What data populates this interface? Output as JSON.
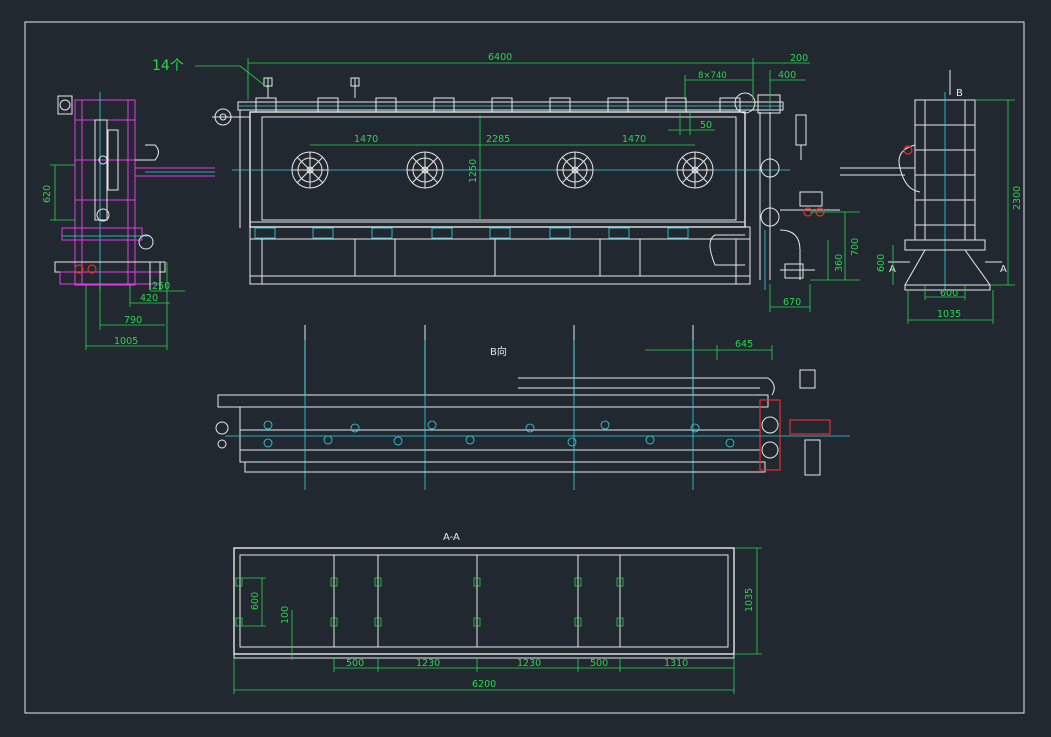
{
  "labels": {
    "count_note": "14个",
    "view_b": "B向",
    "section_aa": "A-A",
    "marker_b": "B",
    "marker_a": "A"
  },
  "dims": {
    "top_length": "6400",
    "top_200": "200",
    "top_400": "400",
    "pitch": "8×740",
    "gap_50": "50",
    "h_1470_left": "1470",
    "h_2285": "2285",
    "h_1470_right": "1470",
    "v_1250": "1250",
    "v_700": "700",
    "v_360": "360",
    "h_670": "670",
    "left_620": "620",
    "left_250": "250",
    "left_420": "420",
    "left_790": "790",
    "left_1005": "1005",
    "right_2300": "2300",
    "right_600v": "600",
    "right_600h": "600",
    "right_1035": "1035",
    "b_645": "645",
    "aa_600": "600",
    "aa_100": "100",
    "aa_1035": "1035",
    "aa_500a": "500",
    "aa_1230a": "1230",
    "aa_1230b": "1230",
    "aa_500b": "500",
    "aa_1310": "1310",
    "aa_6200": "6200"
  },
  "colors": {
    "background": "#212830",
    "outline": "#e8e8e8",
    "dimension": "#27d84a",
    "centerline": "#2ed6e8",
    "side_view": "#e23ce0",
    "valve": "#e03030"
  }
}
